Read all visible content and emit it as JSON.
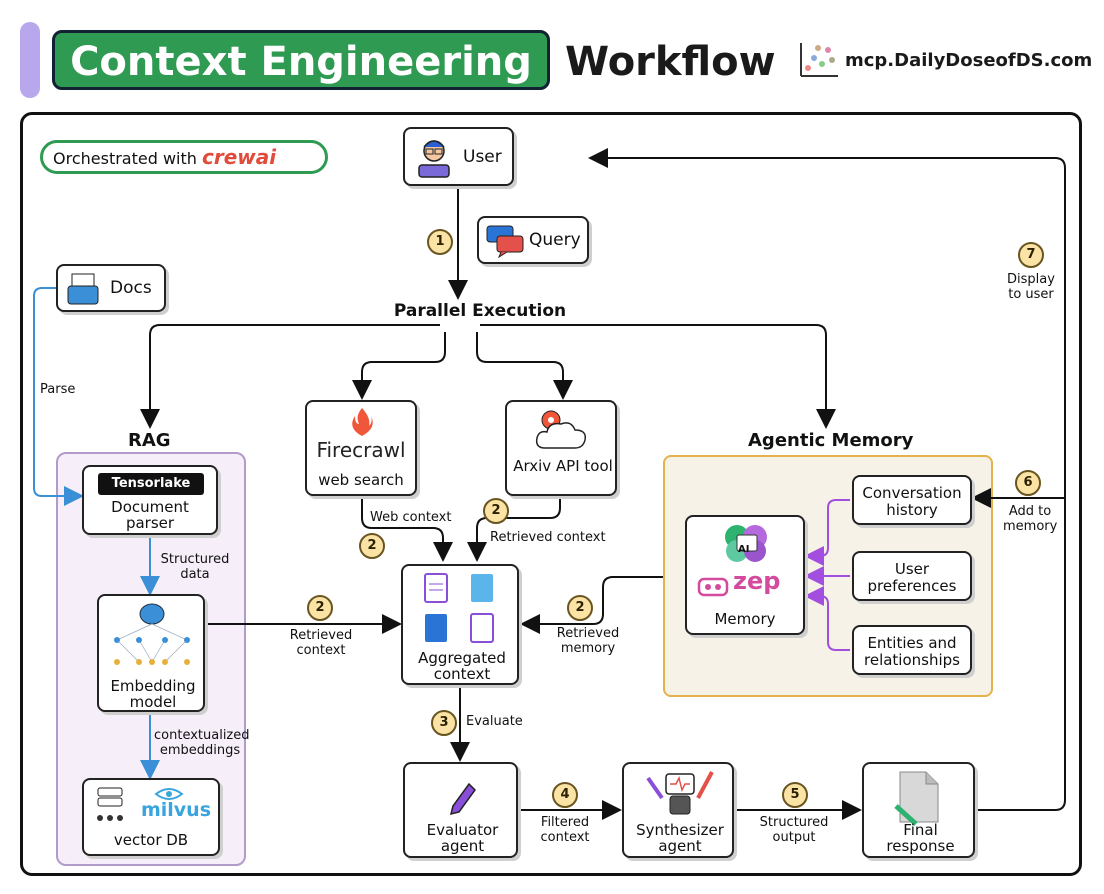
{
  "header": {
    "title_highlight": "Context Engineering",
    "title_rest": "Workflow",
    "site": "mcp.DailyDoseofDS.com"
  },
  "orchestrated": {
    "prefix": "Orchestrated with",
    "logo_text": "crewai"
  },
  "nodes": {
    "user": "User",
    "query": "Query",
    "docs": "Docs",
    "parallel": "Parallel Execution",
    "rag_title": "RAG",
    "tensorlake": "Tensorlake",
    "doc_parser": "Document parser",
    "embedding": "Embedding model",
    "milvus": "milvus",
    "vector_db": "vector DB",
    "firecrawl_brand": "Firecrawl",
    "firecrawl_sub": "web search",
    "arxiv": "Arxiv API tool",
    "aggregated": "Aggregated context",
    "memory_title": "Agentic Memory",
    "zep_ai": "AI",
    "zep": "zep",
    "memory": "Memory",
    "conv_history": "Conversation history",
    "user_prefs": "User preferences",
    "entities": "Entities and relationships",
    "evaluator": "Evaluator agent",
    "synthesizer": "Synthesizer agent",
    "final": "Final response"
  },
  "labels": {
    "parse": "Parse",
    "structured_data": "Structured data",
    "contextualized": "contextualized embeddings",
    "web_context": "Web context",
    "retrieved_context_arxiv": "Retrieved context",
    "retrieved_context_rag": "Retrieved context",
    "retrieved_memory": "Retrieved memory",
    "evaluate": "Evaluate",
    "filtered": "Filtered context",
    "structured_output": "Structured output",
    "add_memory": "Add to memory",
    "display": "Display to user"
  },
  "badges": {
    "b1": "1",
    "b2a": "2",
    "b2b": "2",
    "b2c": "2",
    "b2d": "2",
    "b3": "3",
    "b4": "4",
    "b5": "5",
    "b6": "6",
    "b7": "7"
  },
  "colors": {
    "accent_green": "#2f9a52",
    "rag_panel": "#f6eef9",
    "memory_panel": "#f7f2e8",
    "arrow_blue": "#3a8fd6",
    "arrow_purple": "#a24fe0",
    "badge": "#fbe3a6"
  }
}
